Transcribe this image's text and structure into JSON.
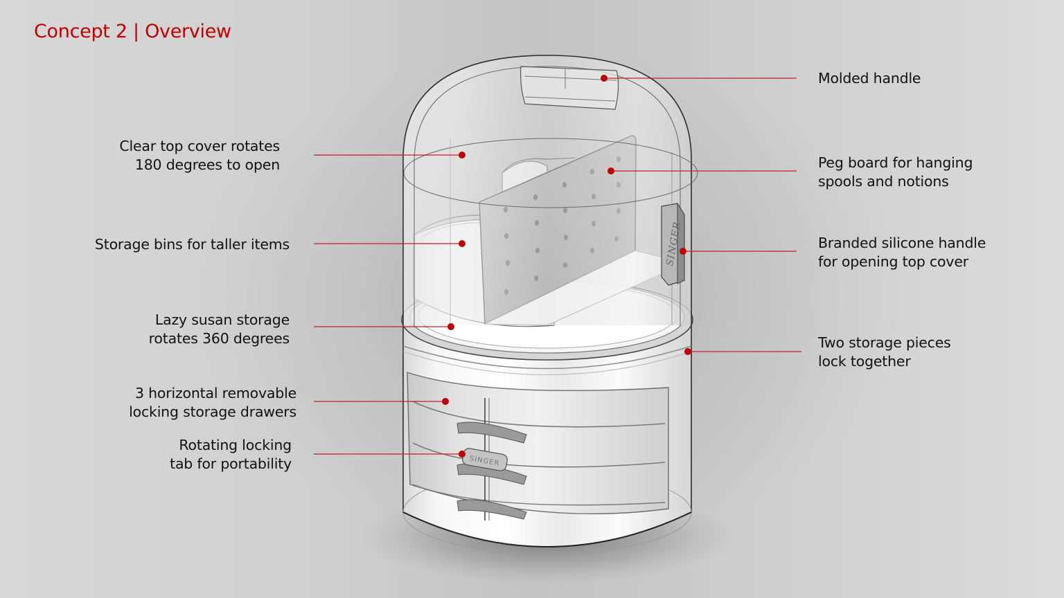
{
  "slide": {
    "title": "Concept 2 | Overview",
    "accent_color": "#c00000",
    "leader_color": "#c0202a"
  },
  "callouts": {
    "left": [
      {
        "lines": [
          "Clear top cover rotates",
          "180 degrees to open"
        ]
      },
      {
        "lines": [
          "Storage bins for taller items"
        ]
      },
      {
        "lines": [
          "Lazy susan storage",
          "rotates 360 degrees"
        ]
      },
      {
        "lines": [
          "3 horizontal removable",
          "locking storage drawers"
        ]
      },
      {
        "lines": [
          "Rotating locking",
          "tab for portability"
        ]
      }
    ],
    "right": [
      {
        "lines": [
          "Molded handle"
        ]
      },
      {
        "lines": [
          "Peg board for hanging",
          "spools and notions"
        ]
      },
      {
        "lines": [
          "Branded silicone handle",
          "for opening top cover"
        ]
      },
      {
        "lines": [
          "Two storage pieces",
          "lock together"
        ]
      }
    ]
  },
  "illustration": {
    "brand_mark_handle": "SINGER",
    "brand_mark_tab": "SINGER"
  }
}
